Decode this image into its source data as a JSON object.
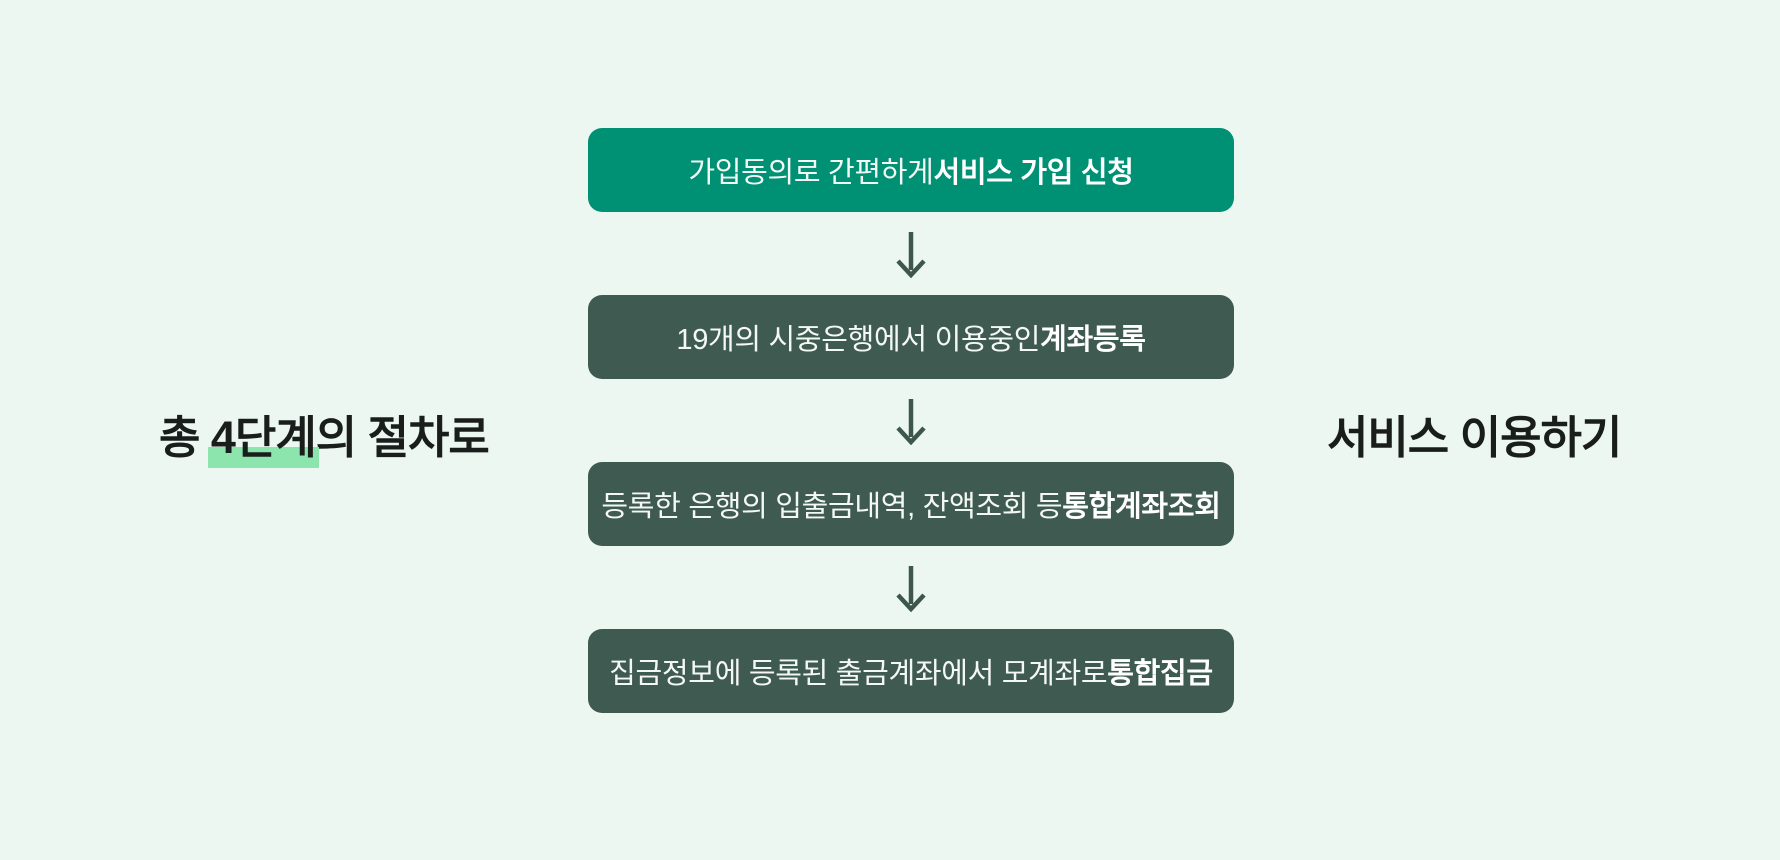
{
  "diagram": {
    "title_left": {
      "prefix": "총 ",
      "highlight": "4단계",
      "suffix": "의 절차로"
    },
    "title_right": "서비스 이용하기",
    "steps": [
      {
        "text": "가입동의로 간편하게 ",
        "bold": "서비스 가입 신청",
        "variant": "primary"
      },
      {
        "text": "19개의 시중은행에서 이용중인 ",
        "bold": "계좌등록",
        "variant": "dark"
      },
      {
        "text": "등록한 은행의 입출금내역, 잔액조회 등 ",
        "bold": "통합계좌조회",
        "variant": "dark"
      },
      {
        "text": "집금정보에 등록된 출금계좌에서 모계좌로 ",
        "bold": "통합집금",
        "variant": "dark"
      }
    ],
    "arrow_icon": "arrow-down",
    "colors": {
      "background": "#edf7f2",
      "step_primary": "#009175",
      "step_dark": "#3f5a51",
      "step_text": "#f4f8f5",
      "headline_text": "#191e1c",
      "highlight": "#8be5ac",
      "arrow": "#3d574e"
    }
  }
}
